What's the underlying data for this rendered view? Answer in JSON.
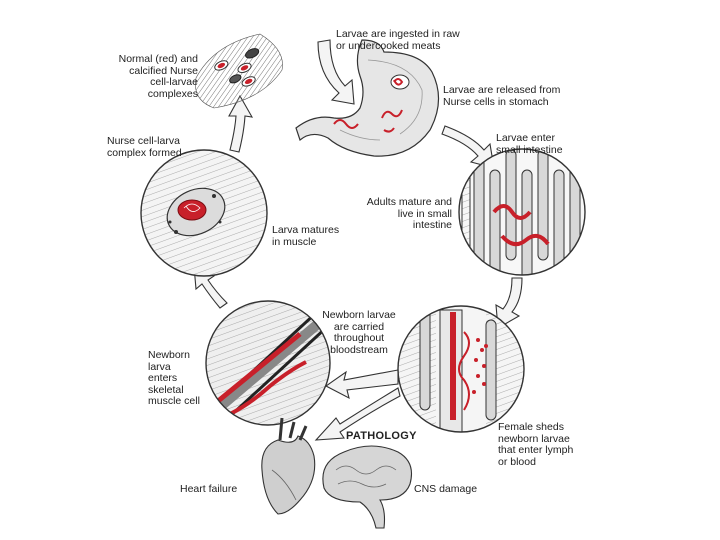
{
  "labels": {
    "ingested": "Larvae are ingested in raw\nor undercooked meats",
    "released": "Larvae are released from\nNurse cells in stomach",
    "enter_intestine": "Larvae enter\nsmall intestine",
    "adults": "Adults mature and\nlive in small\nintestine",
    "female": "Female sheds\nnewborn larvae\nthat enter lymph\nor blood",
    "carried": "Newborn larvae\nare carried\nthroughout\nbloodstream",
    "enters_muscle": "Newborn\nlarva\nenters\nskeletal\nmuscle cell",
    "matures": "Larva matures\nin muscle",
    "complex_formed": "Nurse cell-larva\ncomplex formed",
    "calcified": "Normal (red) and\ncalcified Nurse\ncell-larvae\ncomplexes",
    "pathology": "PATHOLOGY",
    "heart": "Heart failure",
    "cns": "CNS damage"
  },
  "colors": {
    "larva_red": "#c8202a",
    "stroke": "#2a2a2a",
    "arrow_fill": "#f2f2f2"
  },
  "icons": [
    "stomach-illustration",
    "intestine-villi-illustration",
    "lymph-blood-vessel-illustration",
    "muscle-cell-invasion-illustration",
    "nurse-cell-complex-illustration",
    "calcified-cysts-illustration",
    "heart-illustration",
    "brain-illustration"
  ]
}
